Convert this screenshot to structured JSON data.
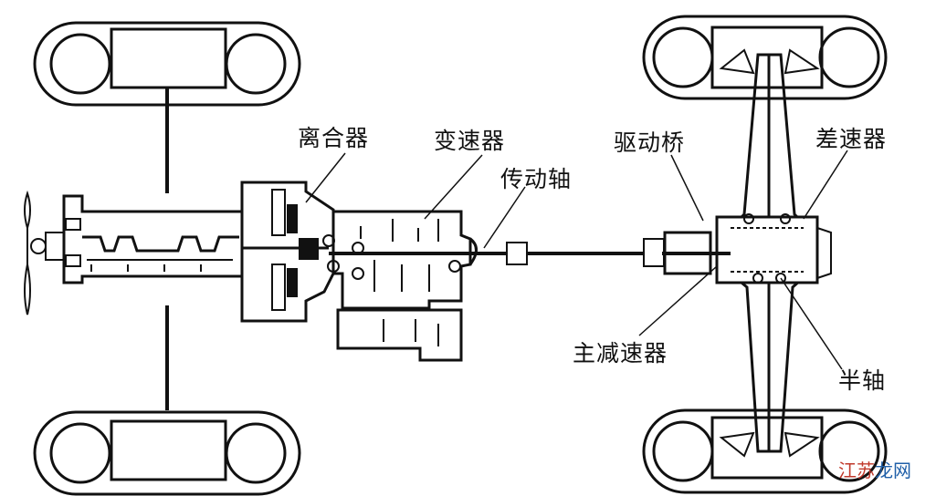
{
  "labels": {
    "clutch": "离合器",
    "transmission": "变速器",
    "drive_shaft": "传动轴",
    "drive_axle": "驱动桥",
    "differential": "差速器",
    "final_drive": "主减速器",
    "half_shaft": "半轴"
  },
  "watermark": {
    "text_a": "江苏",
    "text_b": "龙网",
    "color_a": "#c0392b",
    "color_b": "#1f5fa8"
  },
  "colors": {
    "line": "#111111",
    "background": "#ffffff"
  }
}
